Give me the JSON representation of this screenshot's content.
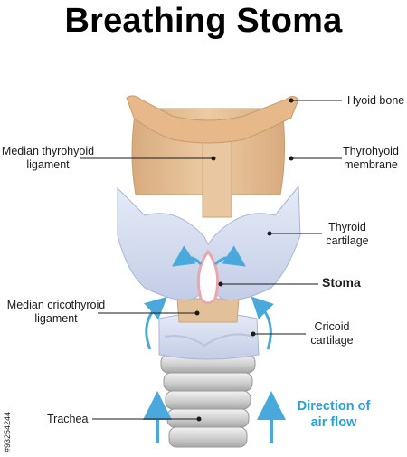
{
  "title": "Breathing Stoma",
  "labels": {
    "hyoid_bone": "Hyoid bone",
    "median_thyrohyoid": [
      "Median thyrohyoid",
      "ligament"
    ],
    "thyrohyoid_membrane": [
      "Thyrohyoid",
      "membrane"
    ],
    "thyroid_cartilage": [
      "Thyroid",
      "cartilage"
    ],
    "stoma": "Stoma",
    "median_cricothyroid": [
      "Median cricothyroid",
      "ligament"
    ],
    "cricoid_cartilage": [
      "Cricoid",
      "cartilage"
    ],
    "trachea": "Trachea",
    "air_flow": [
      "Direction of",
      "air flow"
    ]
  },
  "image_id": "#93254244",
  "colors": {
    "tissue": "#e6c39b",
    "tissue_light": "#efd4ad",
    "bone": "#e7b98a",
    "cartilage": "#d3dcef",
    "cartilage_edge": "#a9b6d6",
    "stoma_rim": "#e8a6ae",
    "arrow": "#49a9dd",
    "accent_text": "#2d9fd6"
  }
}
